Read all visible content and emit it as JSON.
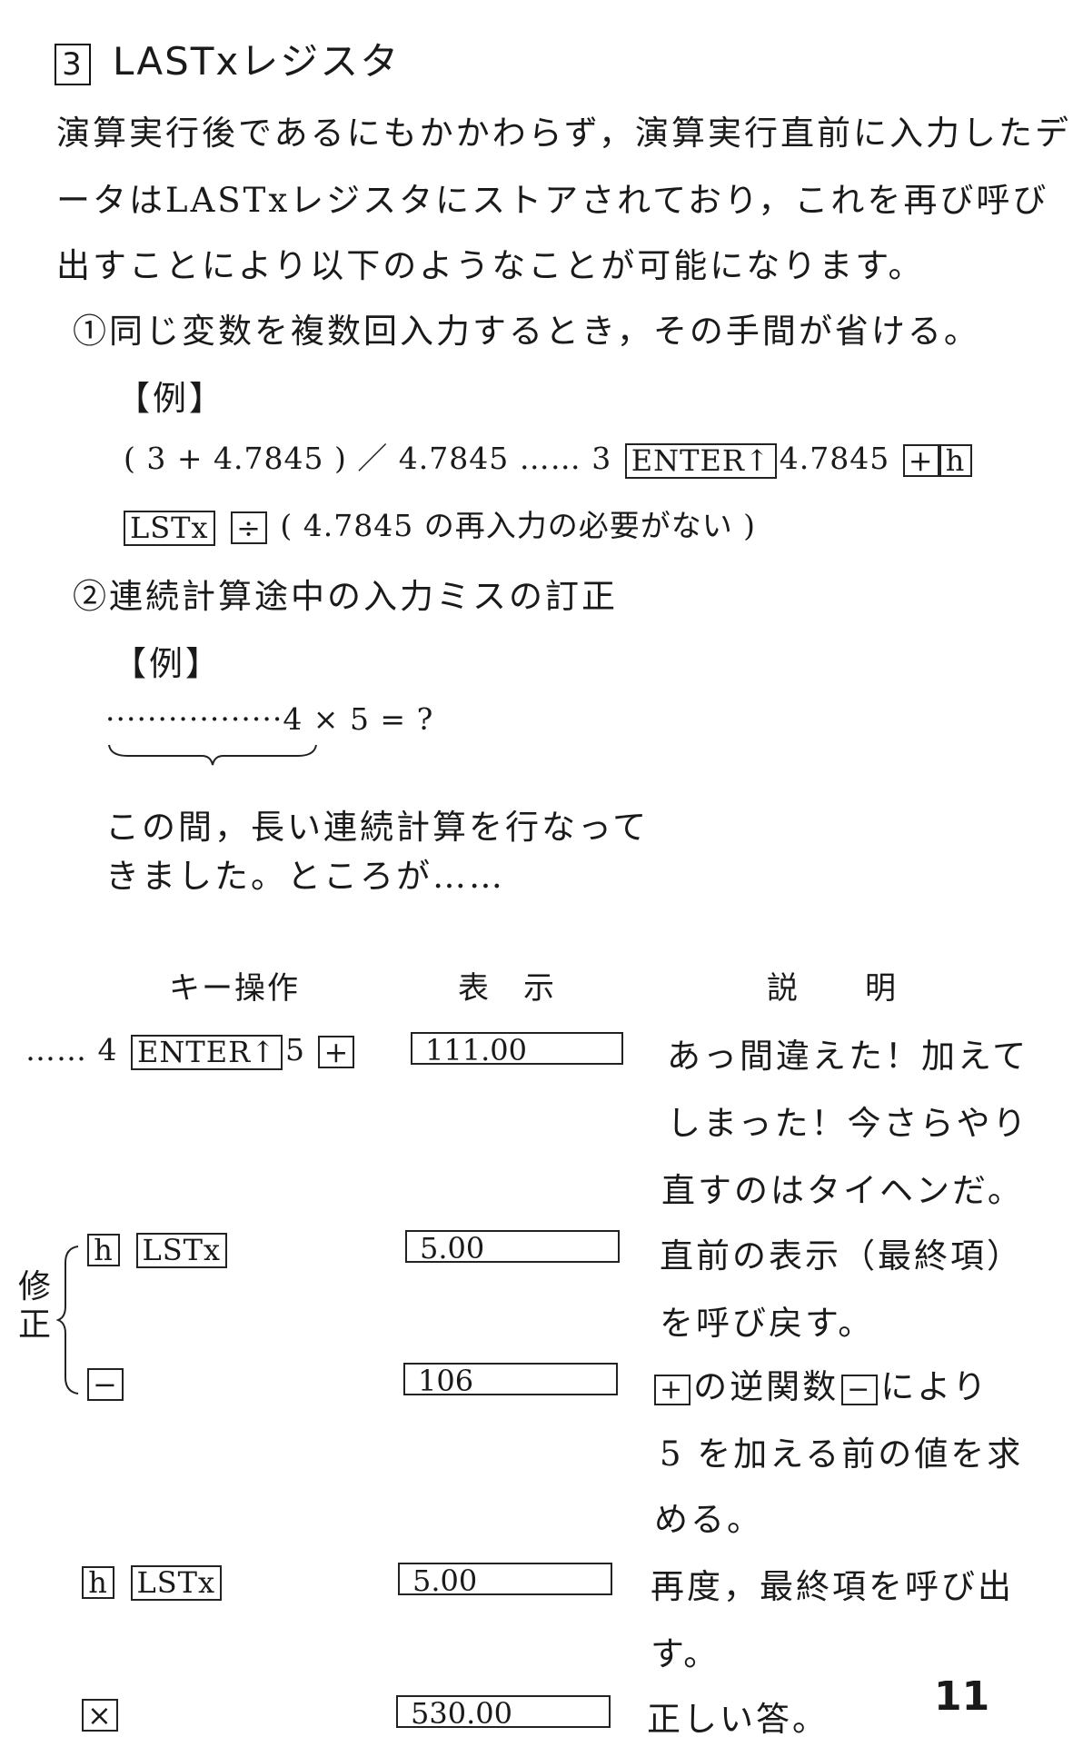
{
  "section": {
    "number": "3",
    "title": "LASTxレジスタ"
  },
  "intro": [
    "演算実行後であるにもかかわらず，演算実行直前に入力したデ",
    "ータはLASTxレジスタにストアされており，これを再び呼び",
    "出すことにより以下のようなことが可能になります。"
  ],
  "item1": {
    "heading": "①同じ変数を複数回入力するとき，その手間が省ける。",
    "example_label": "【例】",
    "line1_prefix": "( 3 + 4.7845 ) ／ 4.7845 …… 3",
    "key_enter": "ENTER↑",
    "line1_mid": "4.7845",
    "key_plus": "+",
    "key_h": "h",
    "key_lstx": "LSTx",
    "key_div": "÷",
    "line2_suffix": "( 4.7845 の再入力の必要がない )"
  },
  "item2": {
    "heading": "②連続計算途中の入力ミスの訂正",
    "example_label": "【例】",
    "formula": "·················4 × 5 = ?",
    "note_line1": "この間，長い連続計算を行なって",
    "note_line2": "きました。ところが……"
  },
  "table": {
    "headers": {
      "keys": "キー操作",
      "display": "表　示",
      "explanation": "説　　明"
    },
    "correction_label": "修正",
    "rows": [
      {
        "keys_prefix": "…… 4",
        "key_enter": "ENTER↑",
        "keys_mid": "5",
        "key_op": "+",
        "display": "111.00",
        "explanation": [
          "あっ間違えた！加えて",
          "しまった！今さらやり",
          "直すのはタイヘンだ。"
        ]
      },
      {
        "key_h": "h",
        "key_lstx": "LSTx",
        "display": "5.00",
        "explanation": [
          "直前の表示（最終項）",
          "を呼び戻す。"
        ]
      },
      {
        "key_op": "−",
        "display": "106",
        "explanation_key1": "+",
        "explanation_mid": "の逆関数",
        "explanation_key2": "−",
        "explanation_end": "により",
        "explanation": [
          "5 を加える前の値を求",
          "める。"
        ]
      },
      {
        "key_h": "h",
        "key_lstx": "LSTx",
        "display": "5.00",
        "explanation": [
          "再度，最終項を呼び出",
          "す。"
        ]
      },
      {
        "key_op": "×",
        "display": "530.00",
        "explanation": [
          "正しい答。"
        ]
      }
    ]
  },
  "page_number": "11"
}
